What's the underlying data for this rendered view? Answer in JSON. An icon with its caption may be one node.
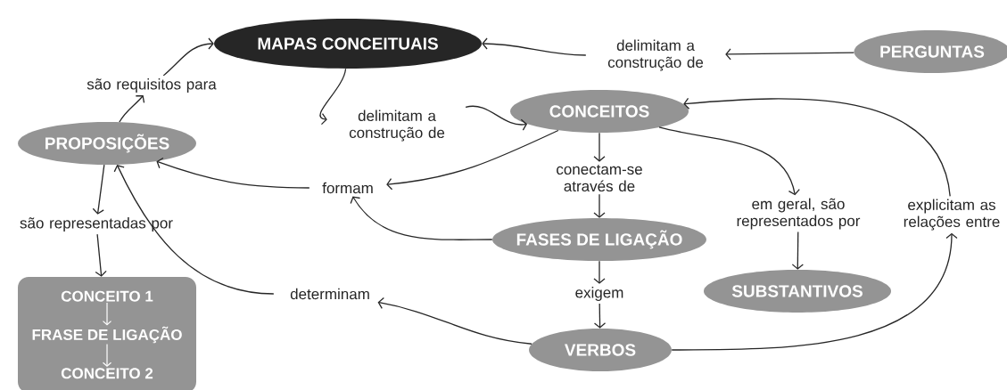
{
  "diagram": {
    "nodes": [
      {
        "text": [
          "MAPAS CONCEITUAIS"
        ]
      },
      {
        "text": [
          "PERGUNTAS"
        ]
      },
      {
        "text": [
          "delimitam a construção de"
        ]
      },
      {
        "text": [
          "são requisitos para"
        ]
      },
      {
        "text": [
          "PROPOSIÇÕES"
        ]
      },
      {
        "text": [
          "delimitam a construção de"
        ]
      },
      {
        "text": [
          "CONCEITOS"
        ]
      },
      {
        "text": [
          "formam"
        ]
      },
      {
        "text": [
          "conectam-se através de"
        ]
      },
      {
        "text": [
          "em geral, são representados por"
        ]
      },
      {
        "text": [
          "explicitam as relações entre"
        ]
      },
      {
        "text": [
          "são representadas por"
        ]
      },
      {
        "text": [
          "FASES DE LIGAÇÃO"
        ]
      },
      {
        "text": [
          "exigem"
        ]
      },
      {
        "text": [
          "SUBSTANTIVOS"
        ]
      },
      {
        "text": [
          "determinam"
        ]
      },
      {
        "text": [
          "VERBOS"
        ]
      },
      {
        "text": [
          "CONCEITO 1",
          "FRASE DE LIGAÇÃO",
          "CONCEITO 2"
        ]
      }
    ],
    "edges": [
      {
        "from": 1,
        "to": 2,
        "arrow": "to"
      },
      {
        "from": 2,
        "to": 0,
        "arrow": "to"
      },
      {
        "from": 4,
        "to": 3,
        "arrow": "to"
      },
      {
        "from": 3,
        "to": 0,
        "arrow": "to"
      },
      {
        "from": 0,
        "to": 5,
        "arrow": "to"
      },
      {
        "from": 5,
        "to": 6,
        "arrow": "to"
      },
      {
        "from": 6,
        "to": 7,
        "arrow": "to"
      },
      {
        "from": 7,
        "to": 4,
        "arrow": "to"
      },
      {
        "from": 6,
        "to": 8,
        "arrow": "to"
      },
      {
        "from": 8,
        "to": 12,
        "arrow": "to"
      },
      {
        "from": 6,
        "to": 9,
        "arrow": "to"
      },
      {
        "from": 9,
        "to": 14,
        "arrow": "to"
      },
      {
        "from": 16,
        "to": 10,
        "arrow": "to"
      },
      {
        "from": 10,
        "to": 6,
        "arrow": "to"
      },
      {
        "from": 4,
        "to": 11,
        "arrow": "to"
      },
      {
        "from": 11,
        "to": 17,
        "arrow": "to"
      },
      {
        "from": 12,
        "to": 7,
        "arrow": "to"
      },
      {
        "from": 12,
        "to": 13,
        "arrow": "to"
      },
      {
        "from": 13,
        "to": 16,
        "arrow": "to"
      },
      {
        "from": 16,
        "to": 15,
        "arrow": "to"
      },
      {
        "from": 15,
        "to": 4,
        "arrow": "to"
      }
    ]
  }
}
